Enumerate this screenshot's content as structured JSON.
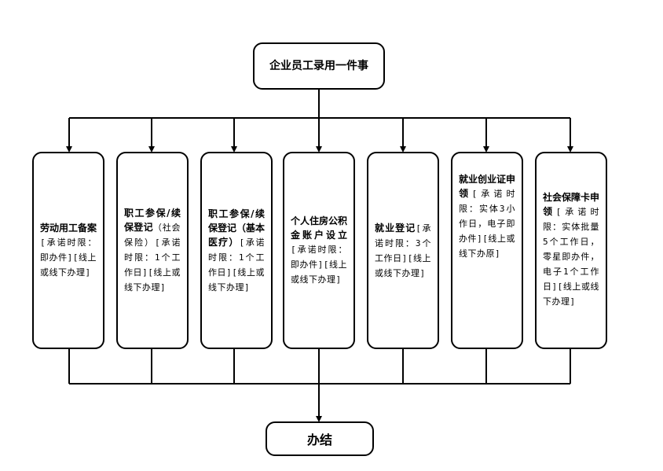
{
  "diagram": {
    "start_node": "企业员工录用一件事",
    "end_node": "办结",
    "items": [
      {
        "title": "劳动用工备案",
        "note": "[承诺时限：即办件][线上或线下办理]"
      },
      {
        "title": "职工参保/续保登记",
        "subtitle": "（社会保险）",
        "note": "[承诺时限：1个工作日][线上或线下办理]"
      },
      {
        "title": "职工参保/续保登记（基本医疗）",
        "note": "[承诺时限：1个工作日][线上或线下办理]"
      },
      {
        "title": "个人住房公积金账户设立",
        "note": "[承诺时限：即办件][线上或线下办理]"
      },
      {
        "title": "就业登记",
        "note": "[承诺时限：3个工作日][线上或线下办理]"
      },
      {
        "title": "就业创业证申领",
        "note": "[承诺时限：实体3小作日，电子即办件][线上或线下办原]"
      },
      {
        "title": "社会保障卡申领",
        "note": "[承诺时限：实体批量5个工作日，零星即办件，电子1个工作日][线上或线下办理]"
      }
    ]
  }
}
